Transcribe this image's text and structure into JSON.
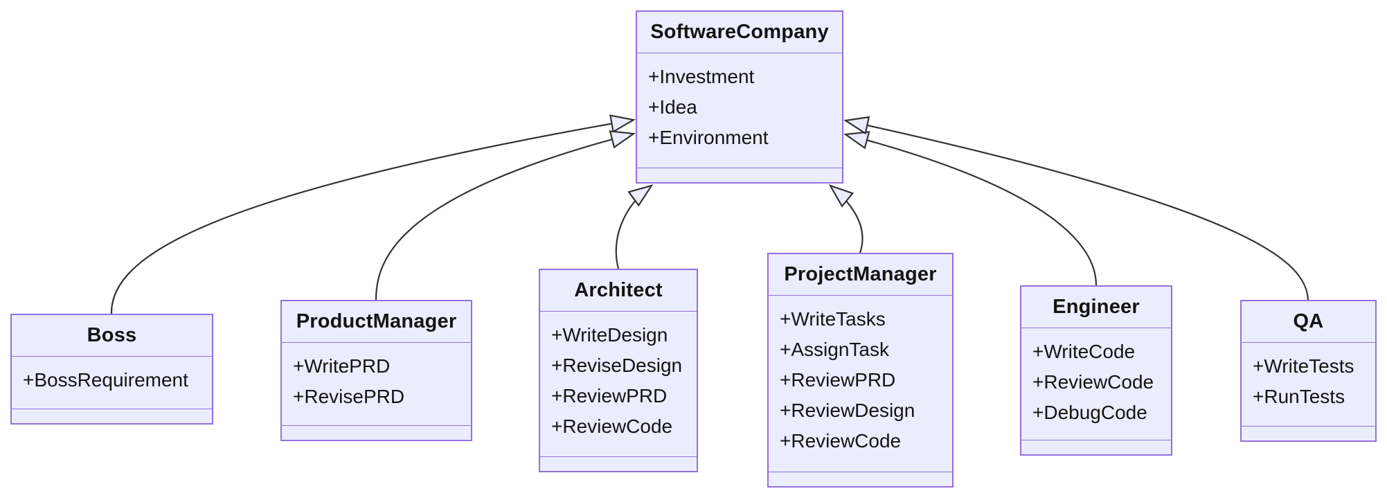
{
  "diagram": {
    "type": "uml-class-diagram",
    "classes": [
      {
        "id": "SoftwareCompany",
        "title": "SoftwareCompany",
        "attributes": [
          "+Investment",
          "+Idea",
          "+Environment"
        ],
        "methods": []
      },
      {
        "id": "Boss",
        "title": "Boss",
        "attributes": [
          "+BossRequirement"
        ],
        "methods": []
      },
      {
        "id": "ProductManager",
        "title": "ProductManager",
        "attributes": [
          "+WritePRD",
          "+RevisePRD"
        ],
        "methods": []
      },
      {
        "id": "Architect",
        "title": "Architect",
        "attributes": [
          "+WriteDesign",
          "+ReviseDesign",
          "+ReviewPRD",
          "+ReviewCode"
        ],
        "methods": []
      },
      {
        "id": "ProjectManager",
        "title": "ProjectManager",
        "attributes": [
          "+WriteTasks",
          "+AssignTask",
          "+ReviewPRD",
          "+ReviewDesign",
          "+ReviewCode"
        ],
        "methods": []
      },
      {
        "id": "Engineer",
        "title": "Engineer",
        "attributes": [
          "+WriteCode",
          "+ReviewCode",
          "+DebugCode"
        ],
        "methods": []
      },
      {
        "id": "QA",
        "title": "QA",
        "attributes": [
          "+WriteTests",
          "+RunTests"
        ],
        "methods": []
      }
    ],
    "relationships": [
      {
        "from": "Boss",
        "to": "SoftwareCompany",
        "type": "inheritance",
        "arrow": "hollow-triangle"
      },
      {
        "from": "ProductManager",
        "to": "SoftwareCompany",
        "type": "inheritance",
        "arrow": "hollow-triangle"
      },
      {
        "from": "Architect",
        "to": "SoftwareCompany",
        "type": "inheritance",
        "arrow": "hollow-triangle"
      },
      {
        "from": "ProjectManager",
        "to": "SoftwareCompany",
        "type": "inheritance",
        "arrow": "hollow-triangle"
      },
      {
        "from": "Engineer",
        "to": "SoftwareCompany",
        "type": "inheritance",
        "arrow": "hollow-triangle"
      },
      {
        "from": "QA",
        "to": "SoftwareCompany",
        "type": "inheritance",
        "arrow": "hollow-triangle"
      }
    ],
    "colors": {
      "node_fill": "#ECECFF",
      "node_border": "#9370DB",
      "edge": "#333333",
      "text": "#141414",
      "background": "#FFFFFF"
    }
  }
}
